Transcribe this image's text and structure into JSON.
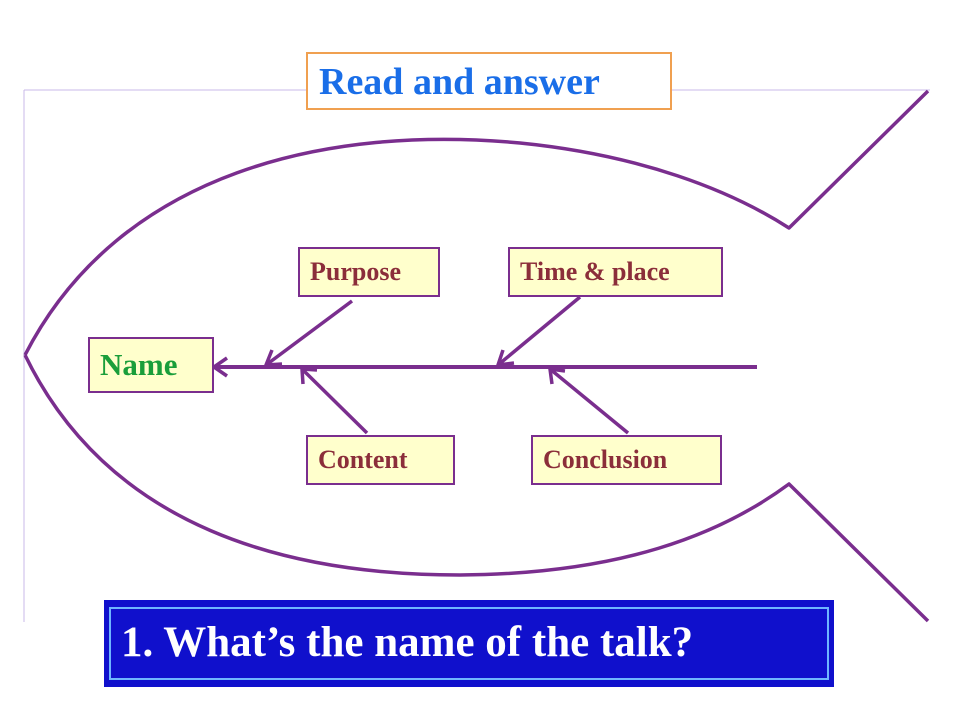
{
  "title": "Read and answer",
  "diagram": {
    "head_label": "Name",
    "upper_bones": [
      "Purpose",
      "Time & place"
    ],
    "lower_bones": [
      "Content",
      "Conclusion"
    ]
  },
  "question": "1. What’s the name of the talk?",
  "colors": {
    "outline": "#7a2e8e",
    "title_text": "#1a6ee8",
    "title_border": "#f0a050",
    "label_text": "#8b2e3a",
    "name_text": "#1a9e3a",
    "label_fill": "#ffffcc",
    "question_fill": "#1010cc",
    "question_text": "#ffffff"
  }
}
